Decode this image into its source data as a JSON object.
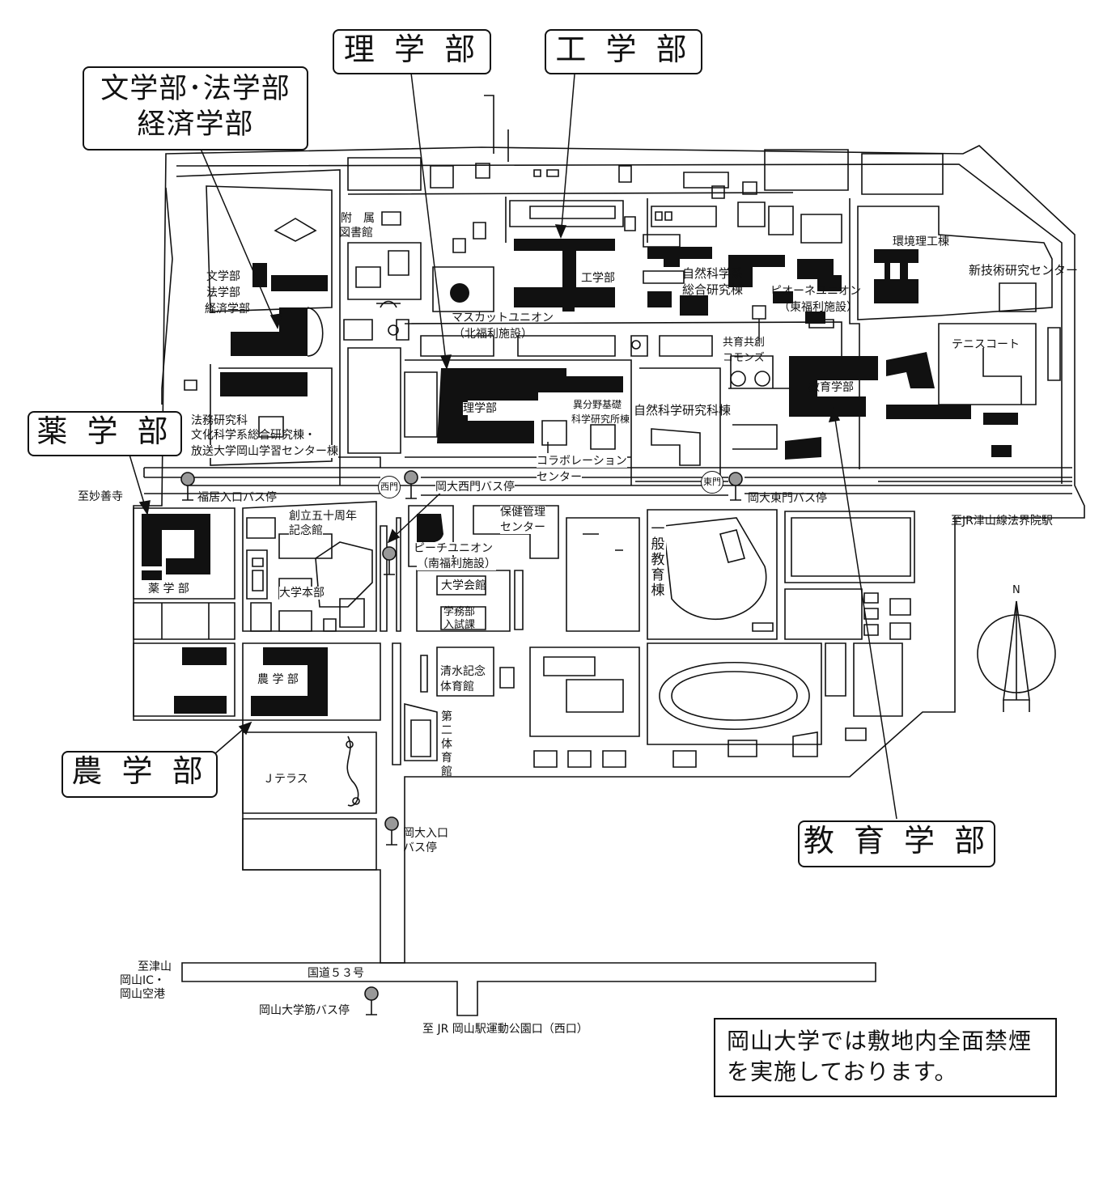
{
  "callouts": {
    "letters_law_econ_line1": "文学部･法学部",
    "letters_law_econ_line2": "経済学部",
    "science": "理 学 部",
    "engineering": "工 学 部",
    "pharmacy": "薬 学 部",
    "agriculture": "農 学 部",
    "education": "教 育 学 部"
  },
  "labels": {
    "library_1": "附　属",
    "library_2": "図書館",
    "letters_1": "文学部",
    "letters_2": "法学部",
    "letters_3": "経済学部",
    "engineering": "工学部",
    "natsci_1": "自然科学系",
    "natsci_2": "総合研究棟",
    "pione_1": "ピオーネユニオン",
    "pione_2": "（東福利施設）",
    "kankyo": "環境理工棟",
    "shingijutsu": "新技術研究センター",
    "muscat_1": "マスカットユニオン",
    "muscat_2": "（北福利施設）",
    "commons_1": "共育共創",
    "commons_2": "コモンズ",
    "education": "教育学部",
    "tennis": "テニスコート",
    "science": "理学部",
    "ibunya_1": "異分野基礎",
    "ibunya_2": "科学研究所棟",
    "natsci_research": "自然科学研究科棟",
    "houmu_1": "法務研究科",
    "houmu_2": "文化科学系総合研究棟・",
    "houmu_3": "放送大学岡山学習センター棟",
    "collab_1": "コラボレーション",
    "collab_2": "センター",
    "myozenji": "至妙善寺",
    "fukui_bus": "福居入口バス停",
    "west_gate": "西門",
    "west_gate_bus": "岡大西門バス停",
    "east_gate": "東門",
    "east_gate_bus": "岡大東門バス停",
    "jr_hokaiin": "至JR津山線法界院駅",
    "souritsu_1": "創立五十周年",
    "souritsu_2": "記念館",
    "hoken_1": "保健管理",
    "hoken_2": "センター",
    "peach_1": "ピーチユニオン",
    "peach_2": "（南福利施設）",
    "daigakukaikan": "大学会館",
    "pharmacy": "薬 学 部",
    "honbu": "大学本部",
    "gakumu_1": "学務部",
    "gakumu_2": "入試課",
    "general_edu": "一般教育棟",
    "shimizu_1": "清水記念",
    "shimizu_2": "体育館",
    "agriculture": "農 学 部",
    "dai2_gym": "第二体育館",
    "jterrace": "Ｊテラス",
    "okadai_bus_1": "岡大入口",
    "okadai_bus_2": "バス停",
    "tsuyama_1": "至津山",
    "tsuyama_2": "岡山IC・",
    "tsuyama_3": "岡山空港",
    "route53": "国道５３号",
    "suji_bus": "岡山大学筋バス停",
    "jr_okayama": "至 JR 岡山駅運動公園口（西口）",
    "north": "N"
  },
  "notice": {
    "line1": "岡山大学では敷地内全面禁煙",
    "line2": "を実施しております。"
  }
}
